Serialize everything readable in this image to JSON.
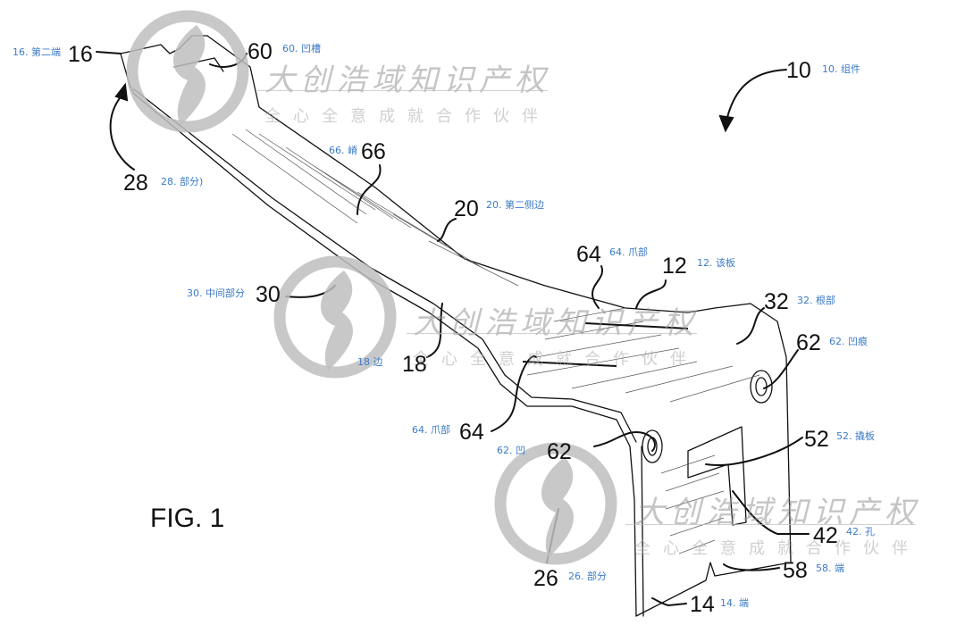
{
  "figure": {
    "title": "FIG. 1"
  },
  "reference_numerals": [
    {
      "id": "10",
      "numeral": "10",
      "note": "10. 组件"
    },
    {
      "id": "16",
      "numeral": "16",
      "note": "16. 第二端"
    },
    {
      "id": "60",
      "numeral": "60",
      "note": "60. 凹槽"
    },
    {
      "id": "28",
      "numeral": "28",
      "note": "28. 部分)"
    },
    {
      "id": "66",
      "numeral": "66",
      "note": "66. 嵴"
    },
    {
      "id": "20",
      "numeral": "20",
      "note": "20. 第二侧边"
    },
    {
      "id": "64a",
      "numeral": "64",
      "note": "64. 爪部"
    },
    {
      "id": "12",
      "numeral": "12",
      "note": "12. 该板"
    },
    {
      "id": "32",
      "numeral": "32",
      "note": "32. 根部"
    },
    {
      "id": "62a",
      "numeral": "62",
      "note": "62. 凹痕"
    },
    {
      "id": "30",
      "numeral": "30",
      "note": "30. 中间部分"
    },
    {
      "id": "18",
      "numeral": "18",
      "note": "18  边"
    },
    {
      "id": "64b",
      "numeral": "64",
      "note": "64. 爪部"
    },
    {
      "id": "62b",
      "numeral": "62",
      "note": "62. 凹"
    },
    {
      "id": "52",
      "numeral": "52",
      "note": "52. 撬板"
    },
    {
      "id": "42",
      "numeral": "42",
      "note": "42. 孔"
    },
    {
      "id": "58",
      "numeral": "58",
      "note": "58. 端"
    },
    {
      "id": "26",
      "numeral": "26",
      "note": "26. 部分"
    },
    {
      "id": "14",
      "numeral": "14",
      "note": "14. 端"
    }
  ],
  "watermark": {
    "title": "大创浩域知识产权",
    "subtitle": "全心全意成就合作伙伴",
    "logo": "company-logo-icon"
  },
  "colors": {
    "note_text": "#3b7bc8",
    "line_art": "#111111",
    "watermark": "#b4b4b4"
  }
}
